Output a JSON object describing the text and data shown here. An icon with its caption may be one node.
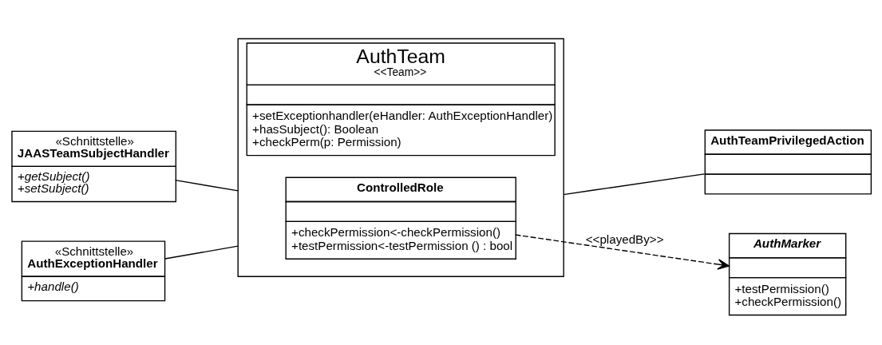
{
  "diagram": {
    "nodes": [
      {
        "text": [
          "AuthTeam",
          "<<Team>>",
          "+setExceptionhandler(eHandler: AuthExceptionHandler)",
          "+hasSubject(): Boolean",
          "+checkPerm(p: Permission)"
        ]
      },
      {
        "text": [
          "«Schnittstelle»",
          "JAASTeamSubjectHandler",
          "+getSubject()",
          "+setSubject()"
        ]
      },
      {
        "text": [
          "AuthTeamPrivilegedAction"
        ]
      },
      {
        "text": [
          "«Schnittstelle»",
          "AuthExceptionHandler",
          "+handle()"
        ]
      },
      {
        "text": [
          "ControlledRole",
          "+checkPermission<-checkPermission()",
          "+testPermission<-testPermission () : bool"
        ],
        "in": 0
      },
      {
        "text": [
          "AuthMarker",
          "+testPermission()",
          "+checkPermission()"
        ]
      }
    ],
    "edges": [
      {
        "from": 1,
        "to": 0,
        "arrow": "none"
      },
      {
        "from": 0,
        "to": 2,
        "arrow": "none"
      },
      {
        "from": 3,
        "to": 0,
        "arrow": "none"
      },
      {
        "from": 4,
        "to": 5,
        "arrow": "to",
        "label": "<<playedBy>>",
        "style": "dashed"
      }
    ]
  }
}
